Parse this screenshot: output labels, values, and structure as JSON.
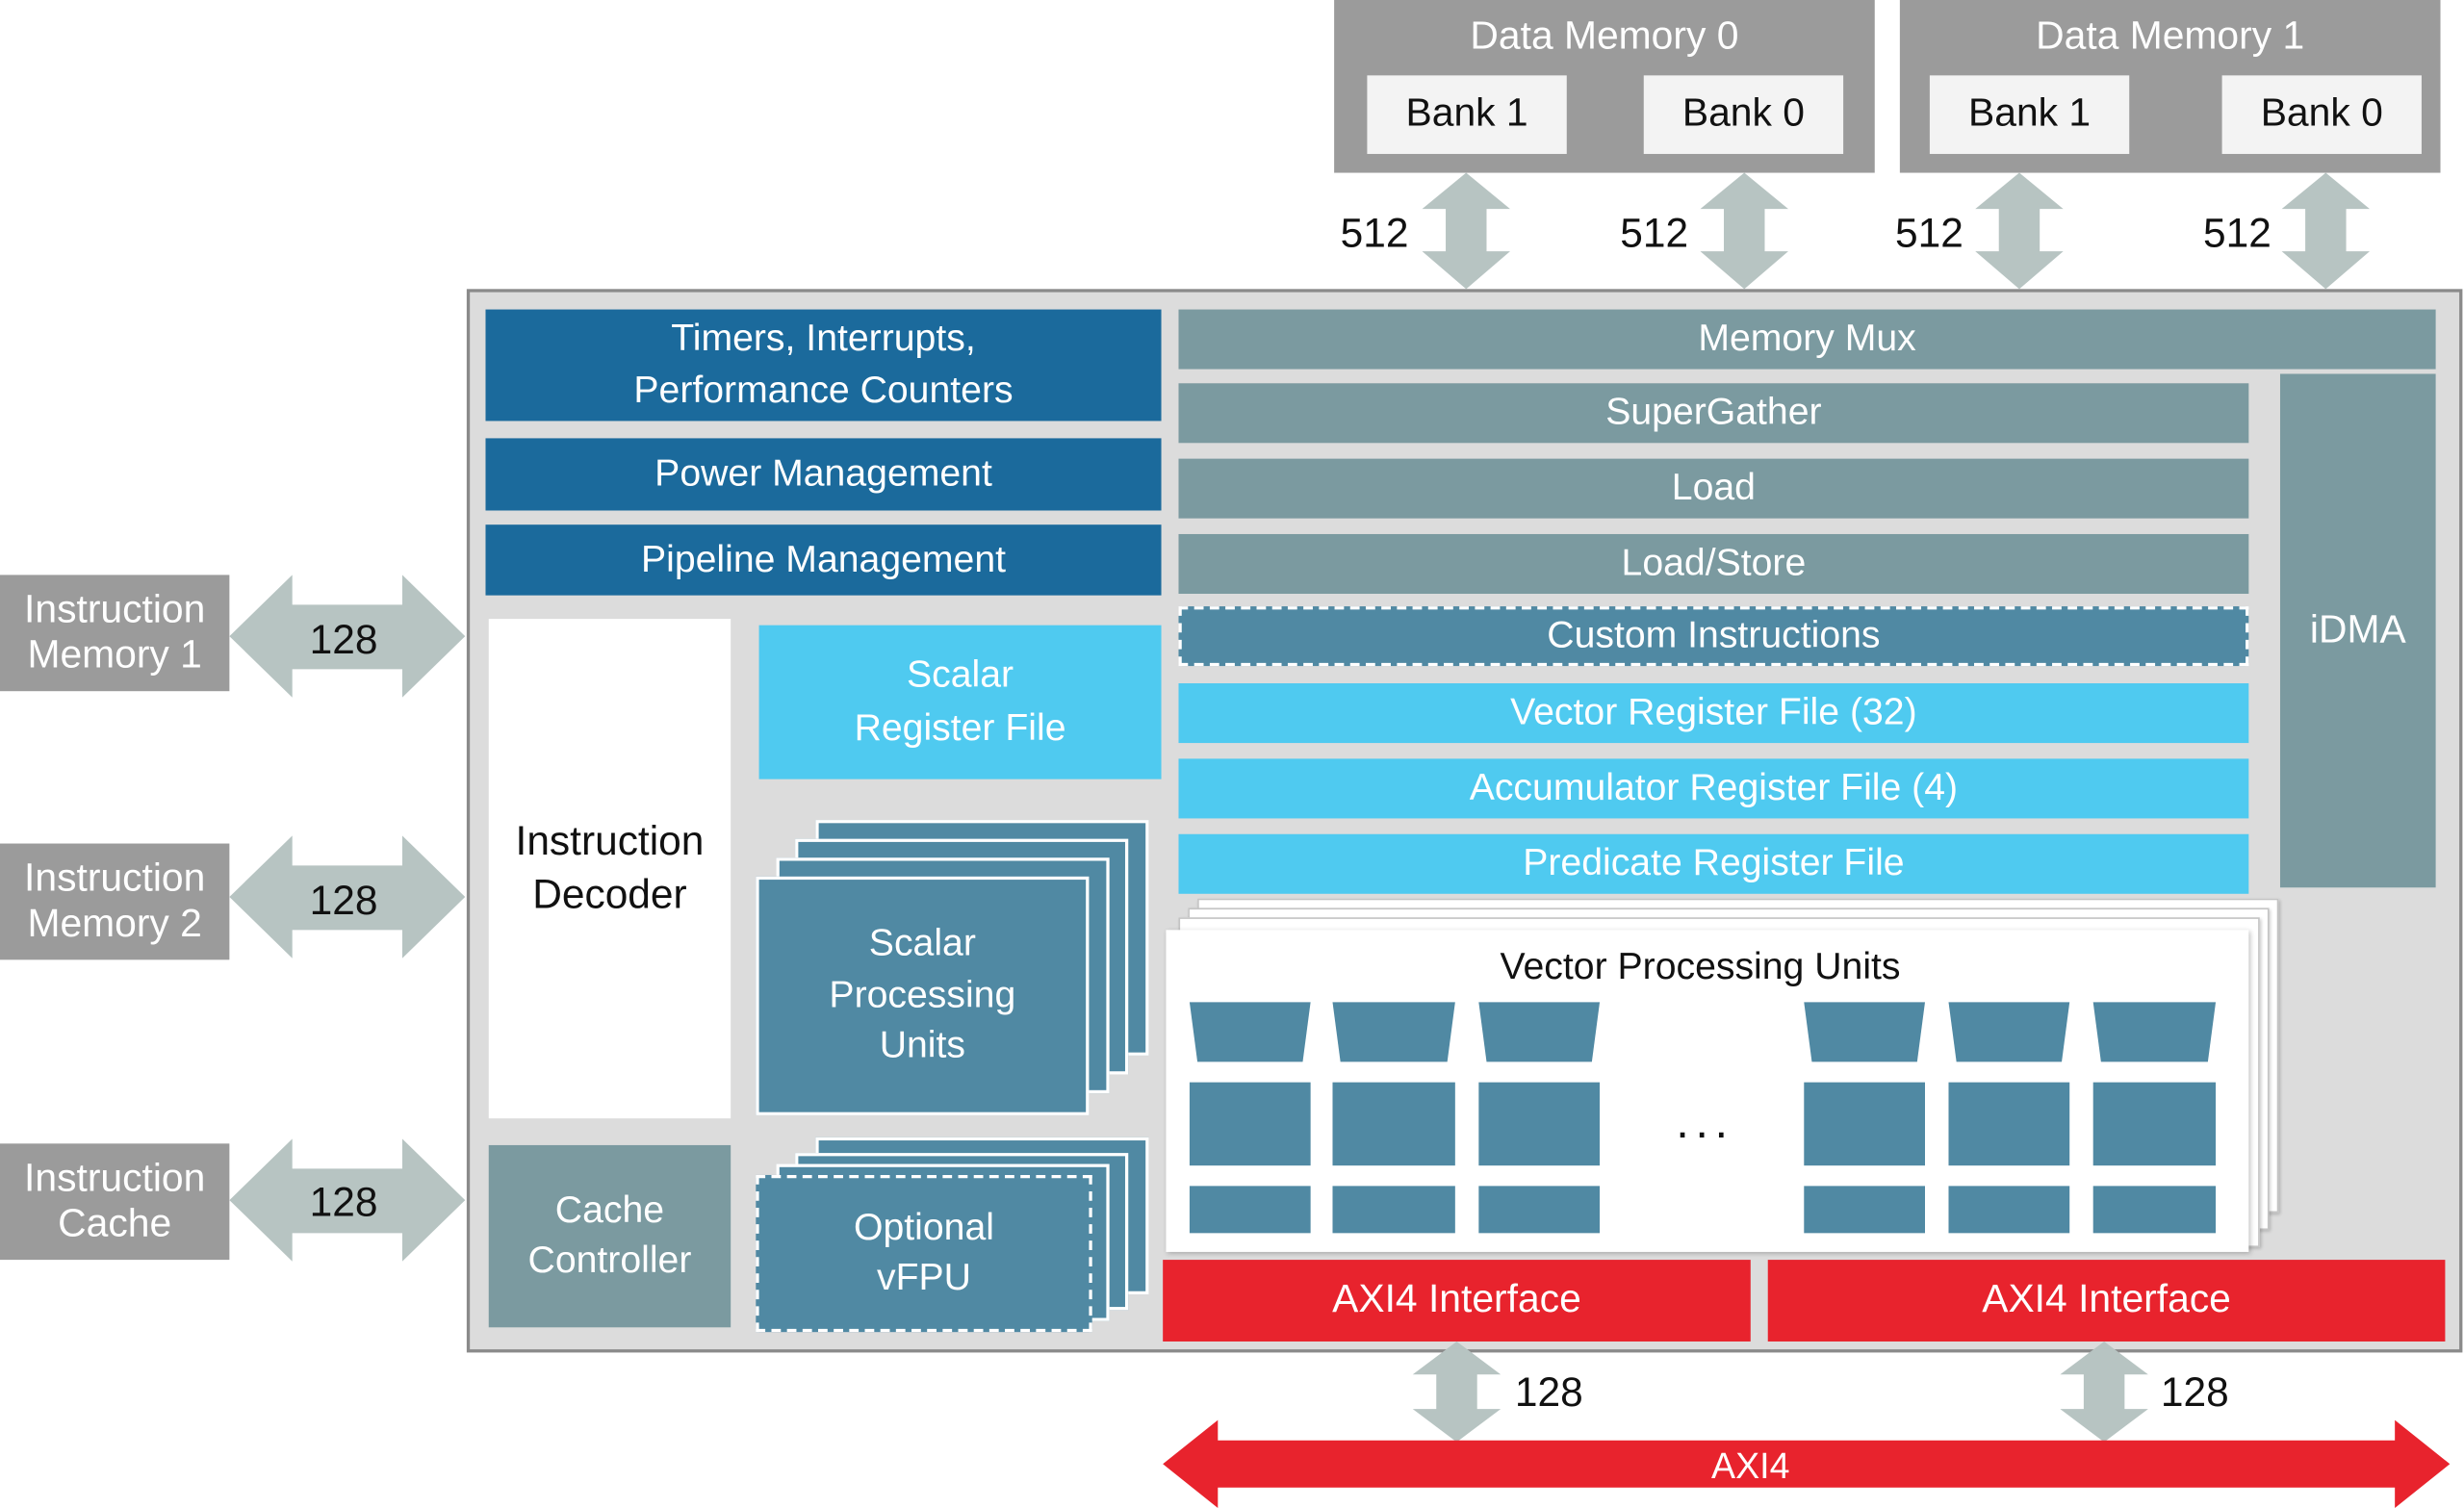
{
  "colors": {
    "gray_box": "#9b9b9b",
    "bank_fill": "#f3f3f3",
    "core_bg": "#dcdcdc",
    "dark_blue": "#1b6a9c",
    "slate": "#7b9aa0",
    "teal": "#5089a3",
    "cyan": "#4fcaf0",
    "red": "#e8232d",
    "arrow_gray": "#b7c4c2"
  },
  "data_memories": [
    {
      "title": "Data Memory 0",
      "banks": [
        "Bank 1",
        "Bank 0"
      ]
    },
    {
      "title": "Data Memory 1",
      "banks": [
        "Bank 1",
        "Bank 0"
      ]
    }
  ],
  "data_widths": [
    "512",
    "512",
    "512",
    "512"
  ],
  "control_blocks": {
    "timers": "Timers, Interrupts,\nPerformance Counters",
    "power": "Power Management",
    "pipeline": "Pipeline Management"
  },
  "datapath": {
    "memory_mux": "Memory Mux",
    "supergather": "SuperGather",
    "load": "Load",
    "load_store": "Load/Store",
    "custom_instructions": "Custom Instructions",
    "vector_register_file": "Vector Register File (32)",
    "accumulator_register_file": "Accumulator Register File (4)",
    "predicate_register_file": "Predicate Register File",
    "idma": "iDMA"
  },
  "core_blocks": {
    "instruction_decoder": "Instruction\nDecoder",
    "scalar_register_file": "Scalar\nRegister File",
    "scalar_processing_units": "Scalar\nProcessing\nUnits",
    "optional_vfpu": "Optional\nvFPU",
    "cache_controller": "Cache\nController",
    "vector_processing_units": "Vector Processing Units",
    "ellipsis": "..."
  },
  "instruction_ports": [
    {
      "label": "Instruction\nMemory 1",
      "width": "128"
    },
    {
      "label": "Instruction\nMemory 2",
      "width": "128"
    },
    {
      "label": "Instruction\nCache",
      "width": "128"
    }
  ],
  "axi": {
    "interface_left": "AXI4 Interface",
    "interface_right": "AXI4 Interface",
    "width_left": "128",
    "width_right": "128",
    "bus": "AXI4"
  }
}
